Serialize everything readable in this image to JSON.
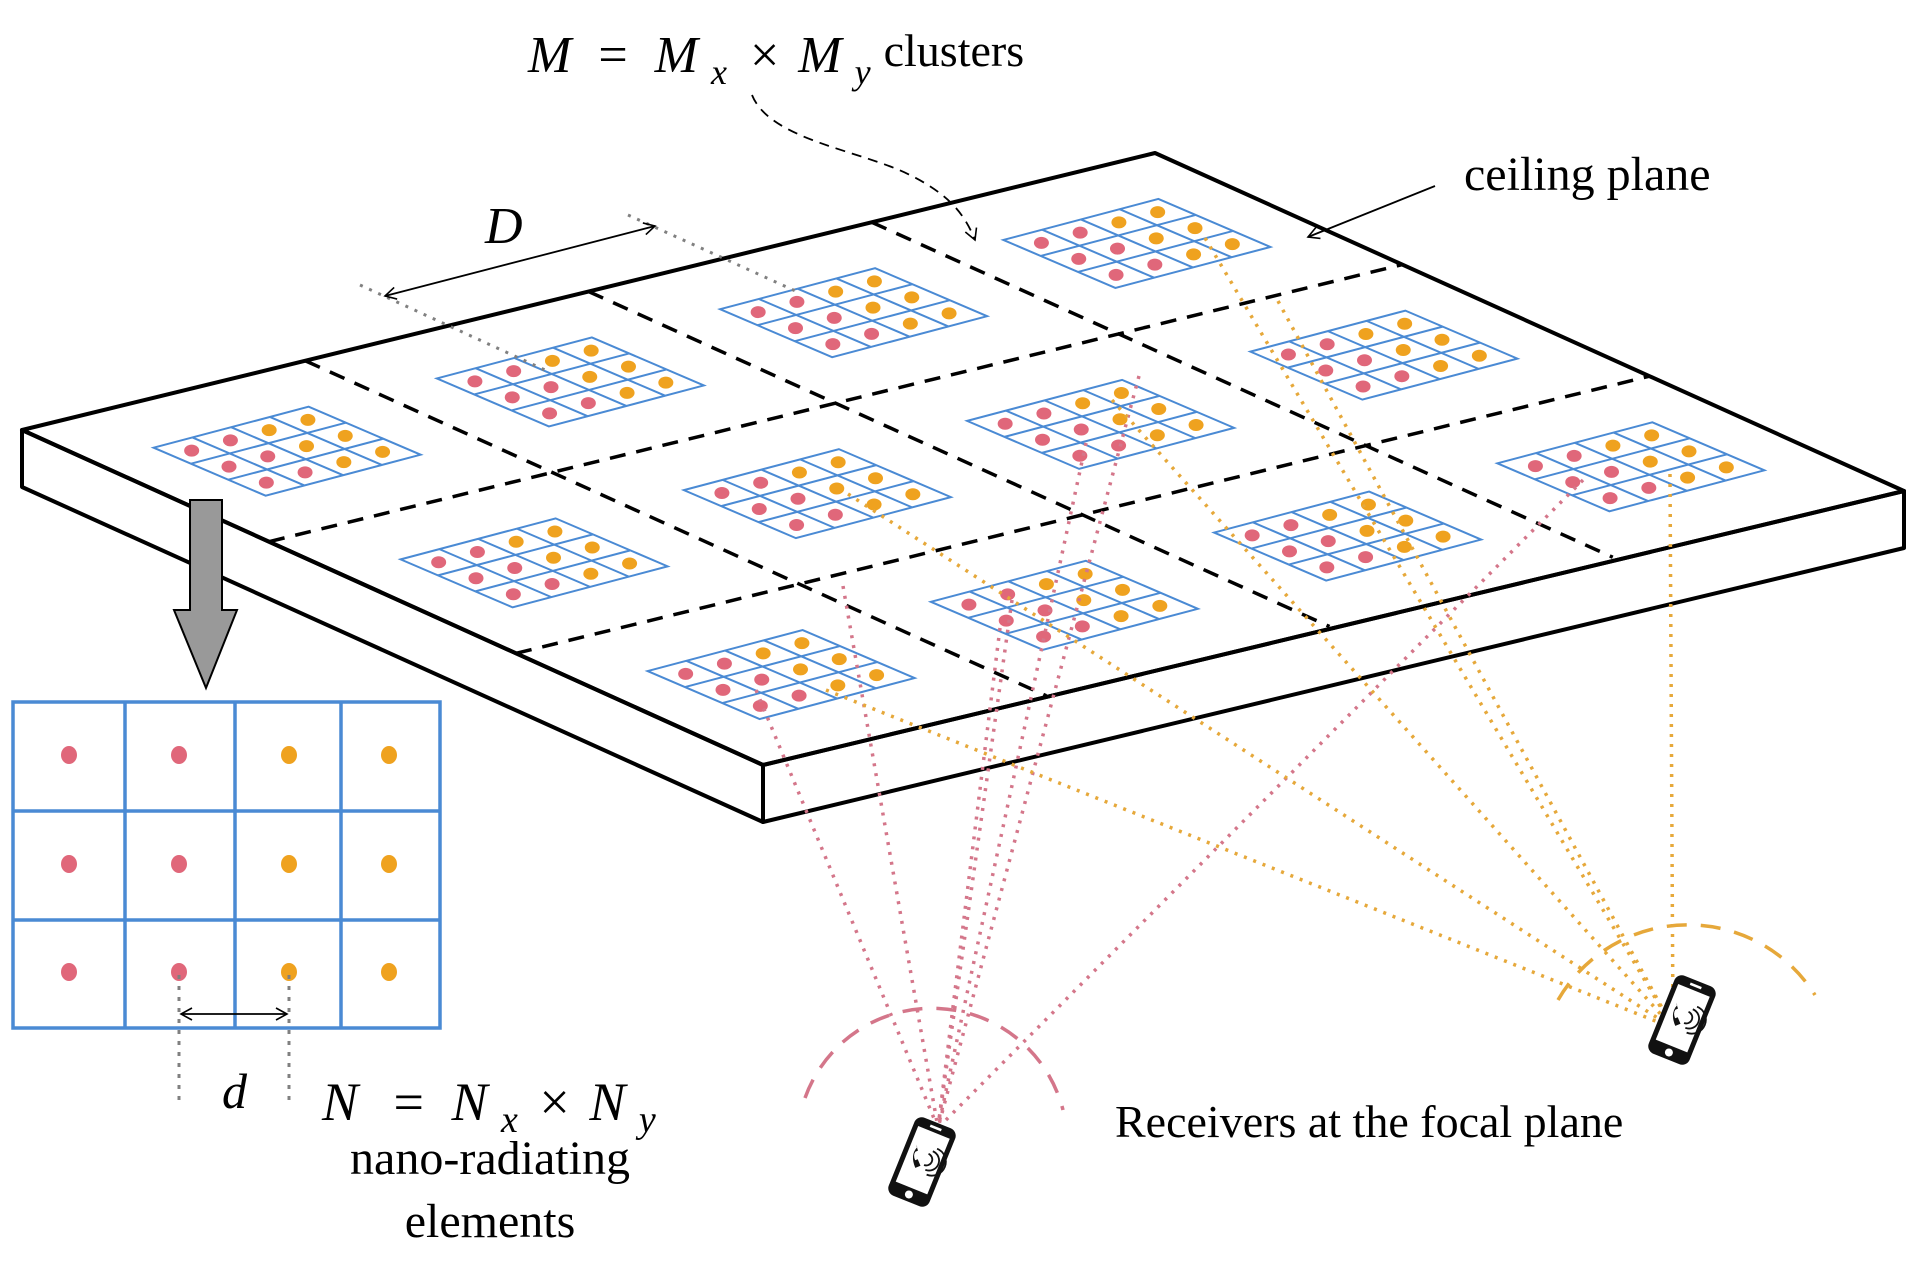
{
  "labels": {
    "clusters_formula_lhs": "M",
    "clusters_formula_eq": "=",
    "clusters_formula_mx": "M",
    "clusters_formula_mx_sub": "x",
    "clusters_formula_times": "×",
    "clusters_formula_my": "M",
    "clusters_formula_my_sub": "y",
    "clusters_word": "clusters",
    "ceiling_plane": "ceiling plane",
    "cluster_spacing": "D",
    "element_spacing": "d",
    "elements_formula_lhs": "N",
    "elements_formula_eq": "=",
    "elements_formula_nx": "N",
    "elements_formula_nx_sub": "x",
    "elements_formula_times": "×",
    "elements_formula_ny": "N",
    "elements_formula_ny_sub": "y",
    "elements_line1": "nano-radiating",
    "elements_line2": "elements",
    "receivers": "Receivers at the focal plane"
  },
  "ceiling": {
    "cluster_columns": 4,
    "cluster_rows": 3,
    "cluster_count": 12
  },
  "cluster": {
    "element_columns": 4,
    "element_rows": 3,
    "element_count": 12,
    "element_groups": [
      "pink",
      "pink",
      "orange",
      "orange"
    ]
  },
  "colors": {
    "grid_blue": "#4A8AD4",
    "element_pink": "#E0677A",
    "element_orange": "#EFA21F",
    "beam_pink": "#D4768A",
    "beam_orange": "#E6A83A",
    "slab_outline": "#000000",
    "arrow_gray": "#999999",
    "dotted_gray": "#808080"
  },
  "receivers": [
    {
      "name": "receiver-pink",
      "beam_color": "pink"
    },
    {
      "name": "receiver-orange",
      "beam_color": "orange"
    }
  ]
}
